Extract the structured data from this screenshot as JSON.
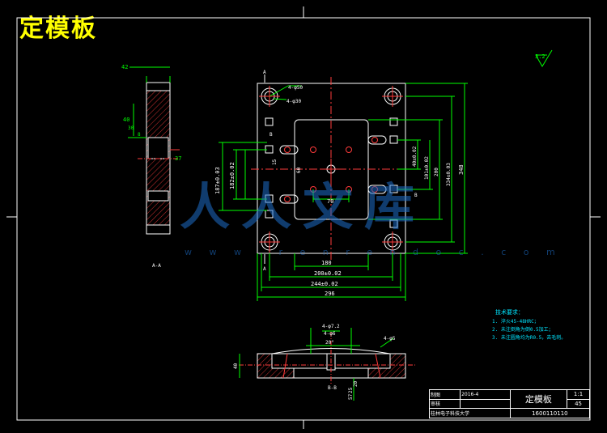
{
  "drawing": {
    "title": "定模板",
    "watermark_text": "人人文库",
    "watermark_url": "w w w . r e n r e n d o c . c o m"
  },
  "views": {
    "side_section_label": "A-A",
    "bottom_section_label": "B-B",
    "roughness": "3.2",
    "callout_a": "A",
    "callout_b": "B"
  },
  "dimensions": {
    "side_thick": "42",
    "side_width": "40",
    "side_left": "30",
    "side_hole": "8",
    "side_37": "37",
    "plan_top_a": "4-φ50",
    "plan_top_b": "4-φ30",
    "plan_180": "180",
    "plan_200": "200±0.02",
    "plan_244": "244±0.02",
    "plan_296": "296",
    "plan_70": "70",
    "plan_l1": "187±0.03",
    "plan_l2": "182±0.02",
    "plan_l3": "15",
    "plan_60": "60",
    "plan_r1": "40±0.02",
    "plan_r2": "101±0.02",
    "plan_r3": "200",
    "plan_r4": "334±0.03",
    "plan_r5": "348",
    "sec_a": "4-φ7.2",
    "sec_b": "4-φ6",
    "sec_c": "20°",
    "sec_d": "4-φ5",
    "sec_h": "40",
    "sec_v1": "25",
    "sec_v2": "57",
    "sec_v3": "20"
  },
  "notes": {
    "heading": "技术要求：",
    "items": [
      "1. 淬火45-48HRC；",
      "2. 未注倒角为倒0.5加工；",
      "3. 未注圆角均为R0.5，去毛刺。"
    ]
  },
  "title_block": {
    "row1_a": "制图",
    "row1_b": "2016-4",
    "name": "定模板",
    "scale": "1:1",
    "row2_a": "审核",
    "material": "45",
    "school": "桂林电子科技大学",
    "code": "1600110110"
  },
  "colors": {
    "outline": "#ffffff",
    "dim": "#00ff00",
    "center": "#ff3b3b",
    "title": "#ffff00",
    "note": "#00e5ff"
  }
}
